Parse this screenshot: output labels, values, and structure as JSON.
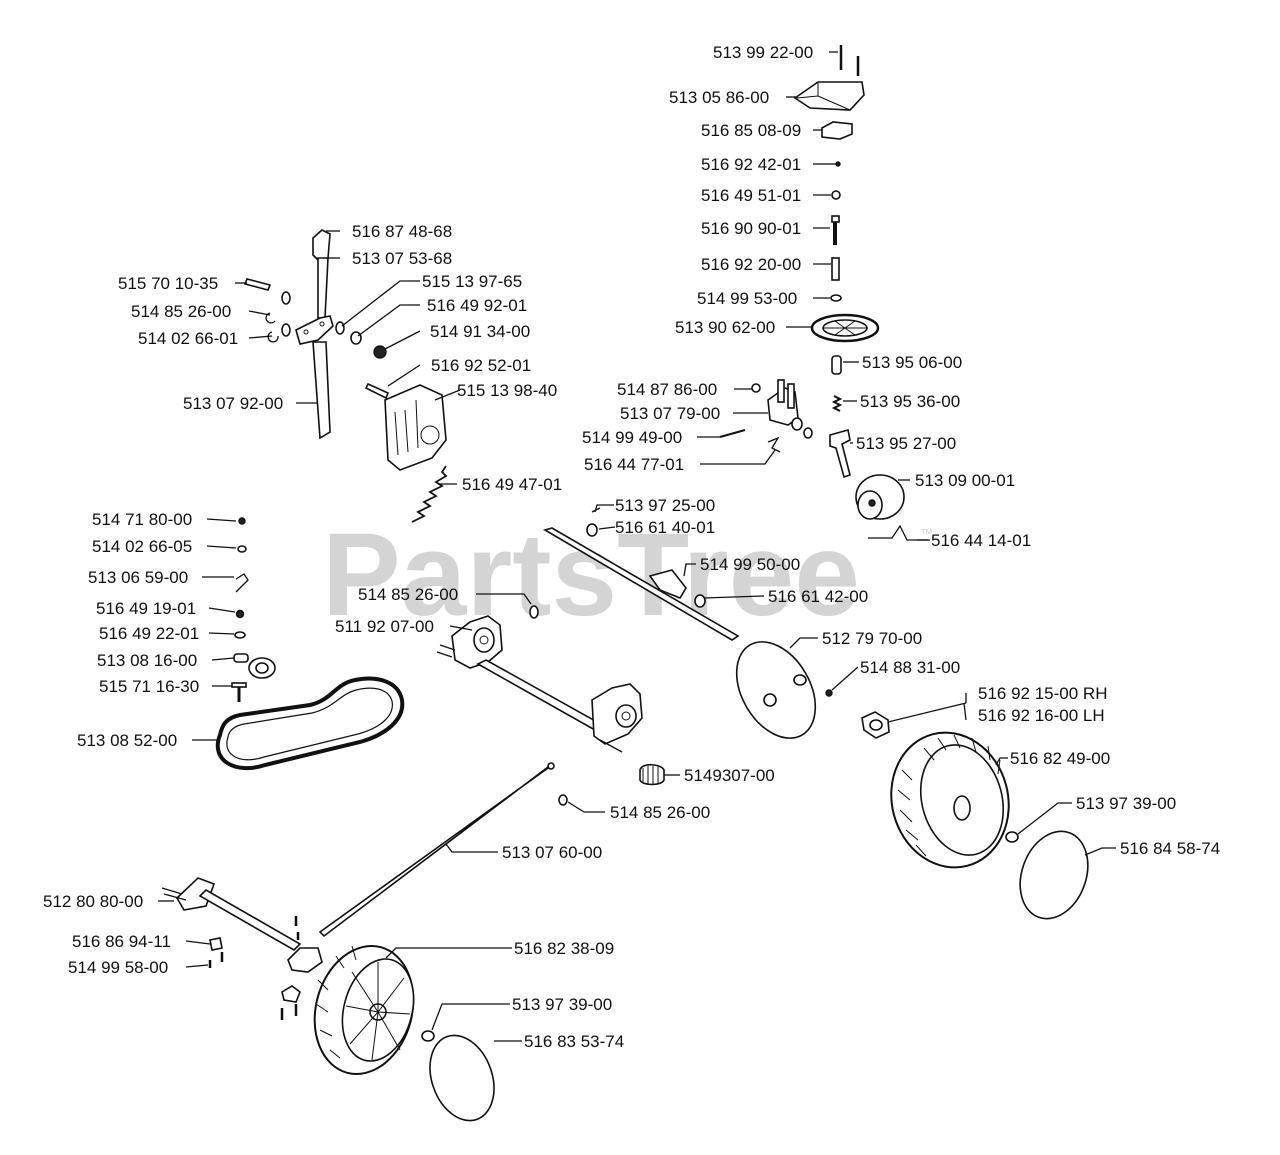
{
  "watermark": {
    "text": "PartsTree",
    "trademark": "™"
  },
  "labels": {
    "p513992200": "513 99 22-00",
    "p513058600": "513 05 86-00",
    "p516850809": "516 85 08-09",
    "p516924201": "516 92 42-01",
    "p516495101": "516 49 51-01",
    "p516909001": "516 90 90-01",
    "p516922000": "516 92 20-00",
    "p514995300": "514 99 53-00",
    "p513906200": "513 90 62-00",
    "p513950600": "513 95 06-00",
    "p513953600": "513 95 36-00",
    "p513952700": "513 95 27-00",
    "p513090001": "513 09 00-01",
    "p516441401": "516 44 14-01",
    "p514878600": "514 87 86-00",
    "p513077900": "513 07 79-00",
    "p514994900": "514 99 49-00",
    "p516447701": "516 44 77-01",
    "p516874868": "516 87 48-68",
    "p513075368": "513 07 53-68",
    "p515701035": "515 70 10-35",
    "p514852600a": "514 85 26-00",
    "p514026601": "514 02 66-01",
    "p515139765": "515 13 97-65",
    "p516499201": "516 49 92-01",
    "p514913400": "514 91 34-00",
    "p516925201": "516 92 52-01",
    "p515139840": "515 13 98-40",
    "p513079200": "513 07 92-00",
    "p516494701": "516 49 47-01",
    "p513972500": "513 97 25-00",
    "p516614001": "516 61 40-01",
    "p514995000": "514 99 50-00",
    "p516614200": "516 61 42-00",
    "p514852600b": "514 85 26-00",
    "p511920700": "511 92 07-00",
    "p512797000": "512 79 70-00",
    "p514883100": "514 88 31-00",
    "p516921500": "516 92 15-00 RH",
    "p516921600": "516 92 16-00 LH",
    "p516824900": "516 82 49-00",
    "p513973900a": "513 97 39-00",
    "p516845874": "516 84 58-74",
    "p514718000": "514 71 80-00",
    "p514026605": "514 02 66-05",
    "p513065900": "513 06 59-00",
    "p516491901": "516 49 19-01",
    "p516492201": "516 49 22-01",
    "p513081600": "513 08 16-00",
    "p515711630": "515 71 16-30",
    "p513085200": "513 08 52-00",
    "p5149307": "5149307-00",
    "p514852600c": "514 85 26-00",
    "p513076000": "513 07 60-00",
    "p512808000": "512 80 80-00",
    "p516869411": "516 86 94-11",
    "p514995800": "514 99 58-00",
    "p516823809": "516 82 38-09",
    "p513973900b": "513 97 39-00",
    "p516835374": "516 83 53-74"
  }
}
